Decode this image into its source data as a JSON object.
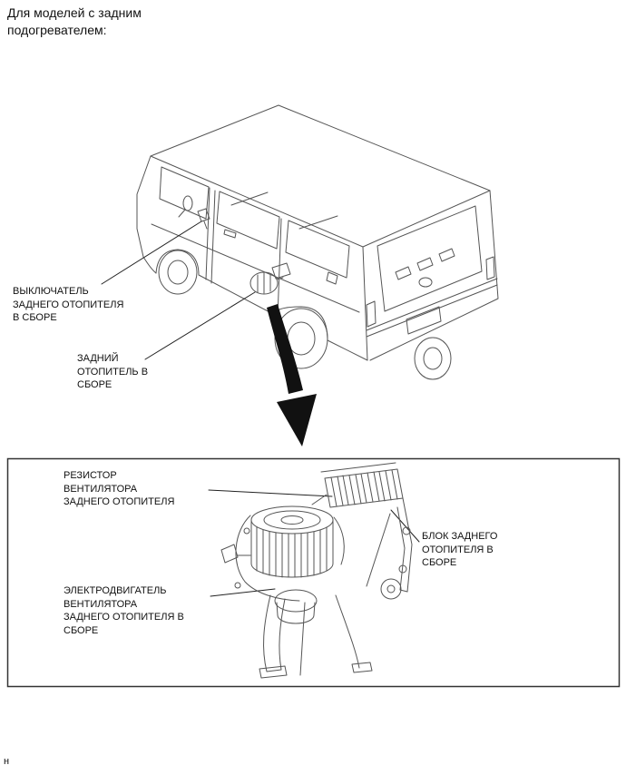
{
  "page": {
    "intro": [
      "Для моделей с задним",
      "подогревателем:"
    ],
    "footer_char": "н"
  },
  "colors": {
    "line_art": "#555555",
    "leader_line": "#222222",
    "arrow_fill": "#111111",
    "box_border": "#333333",
    "text": "#000000",
    "background": "#ffffff"
  },
  "van_section": {
    "labels": {
      "rear_heater_switch": {
        "lines": [
          "ВЫКЛЮЧАТЕЛЬ",
          "ЗАДНЕГО ОТОПИТЕЛЯ",
          "В СБОРЕ"
        ]
      },
      "rear_heater": {
        "lines": [
          "ЗАДНИЙ",
          "ОТОПИТЕЛЬ В",
          "СБОРЕ"
        ]
      }
    }
  },
  "detail_section": {
    "labels": {
      "resistor": {
        "lines": [
          "РЕЗИСТОР",
          "ВЕНТИЛЯТОРА",
          "ЗАДНЕГО ОТОПИТЕЛЯ"
        ]
      },
      "rear_heater_unit": {
        "lines": [
          "БЛОК ЗАДНЕГО",
          "ОТОПИТЕЛЯ В",
          "СБОРЕ"
        ]
      },
      "blower_motor": {
        "lines": [
          "ЭЛЕКТРОДВИГАТЕЛЬ",
          "ВЕНТИЛЯТОРА",
          "ЗАДНЕГО ОТОПИТЕЛЯ В",
          "СБОРЕ"
        ]
      }
    }
  }
}
